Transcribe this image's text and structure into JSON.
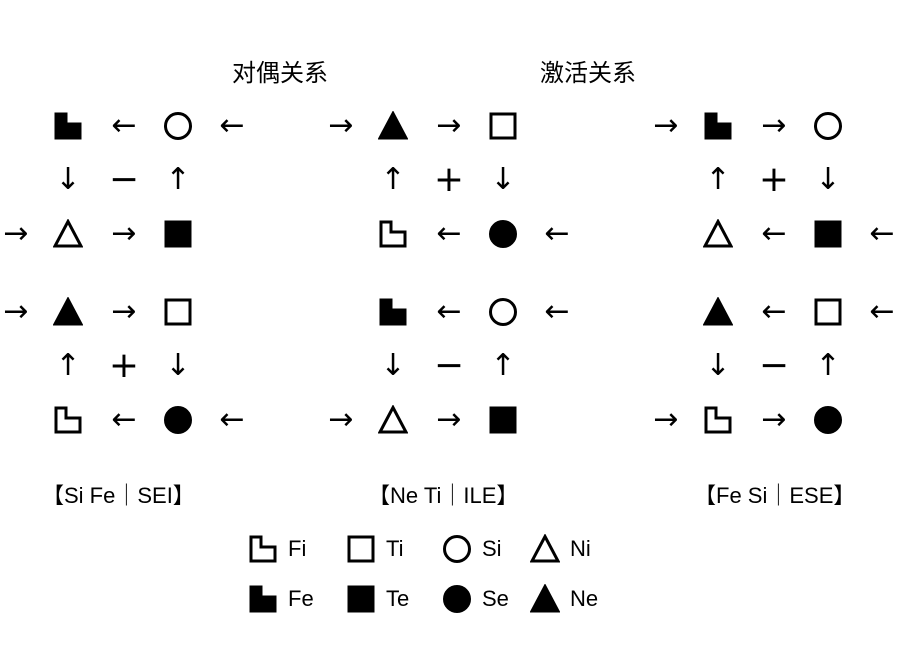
{
  "headings": {
    "dual": "对偶关系",
    "activation": "激活关系"
  },
  "groups": [
    {
      "label": "【Si Fe｜SEI】",
      "top": {
        "row1": [
          "",
          "Fe",
          "←",
          "Si",
          "←"
        ],
        "row2": [
          "↓",
          "−",
          "↑"
        ],
        "row3": [
          "→",
          "Ni",
          "→",
          "Te",
          ""
        ]
      },
      "bottom": {
        "row1": [
          "→",
          "Ne",
          "→",
          "Ti",
          ""
        ],
        "row2": [
          "↑",
          "+",
          "↓"
        ],
        "row3": [
          "",
          "Fi",
          "←",
          "Se",
          "←"
        ]
      }
    },
    {
      "label": "【Ne Ti｜ILE】",
      "top": {
        "row1": [
          "→",
          "Ne",
          "→",
          "Ti",
          ""
        ],
        "row2": [
          "↑",
          "+",
          "↓"
        ],
        "row3": [
          "",
          "Fi",
          "←",
          "Se",
          "←"
        ]
      },
      "bottom": {
        "row1": [
          "",
          "Fe",
          "←",
          "Si",
          "←"
        ],
        "row2": [
          "↓",
          "−",
          "↑"
        ],
        "row3": [
          "→",
          "Ni",
          "→",
          "Te",
          ""
        ]
      }
    },
    {
      "label": "【Fe Si｜ESE】",
      "top": {
        "row1": [
          "→",
          "Fe",
          "→",
          "Si",
          ""
        ],
        "row2": [
          "↑",
          "+",
          "↓"
        ],
        "row3": [
          "",
          "Ni",
          "←",
          "Te",
          "←"
        ]
      },
      "bottom": {
        "row1": [
          "",
          "Ne",
          "←",
          "Ti",
          "←"
        ],
        "row2": [
          "↓",
          "−",
          "↑"
        ],
        "row3": [
          "→",
          "Fi",
          "→",
          "Se",
          ""
        ]
      }
    }
  ],
  "legend": [
    {
      "symbol": "Fi",
      "label": "Fi"
    },
    {
      "symbol": "Ti",
      "label": "Ti"
    },
    {
      "symbol": "Si",
      "label": "Si"
    },
    {
      "symbol": "Ni",
      "label": "Ni"
    },
    {
      "symbol": "Fe",
      "label": "Fe"
    },
    {
      "symbol": "Te",
      "label": "Te"
    },
    {
      "symbol": "Se",
      "label": "Se"
    },
    {
      "symbol": "Ne",
      "label": "Ne"
    }
  ]
}
